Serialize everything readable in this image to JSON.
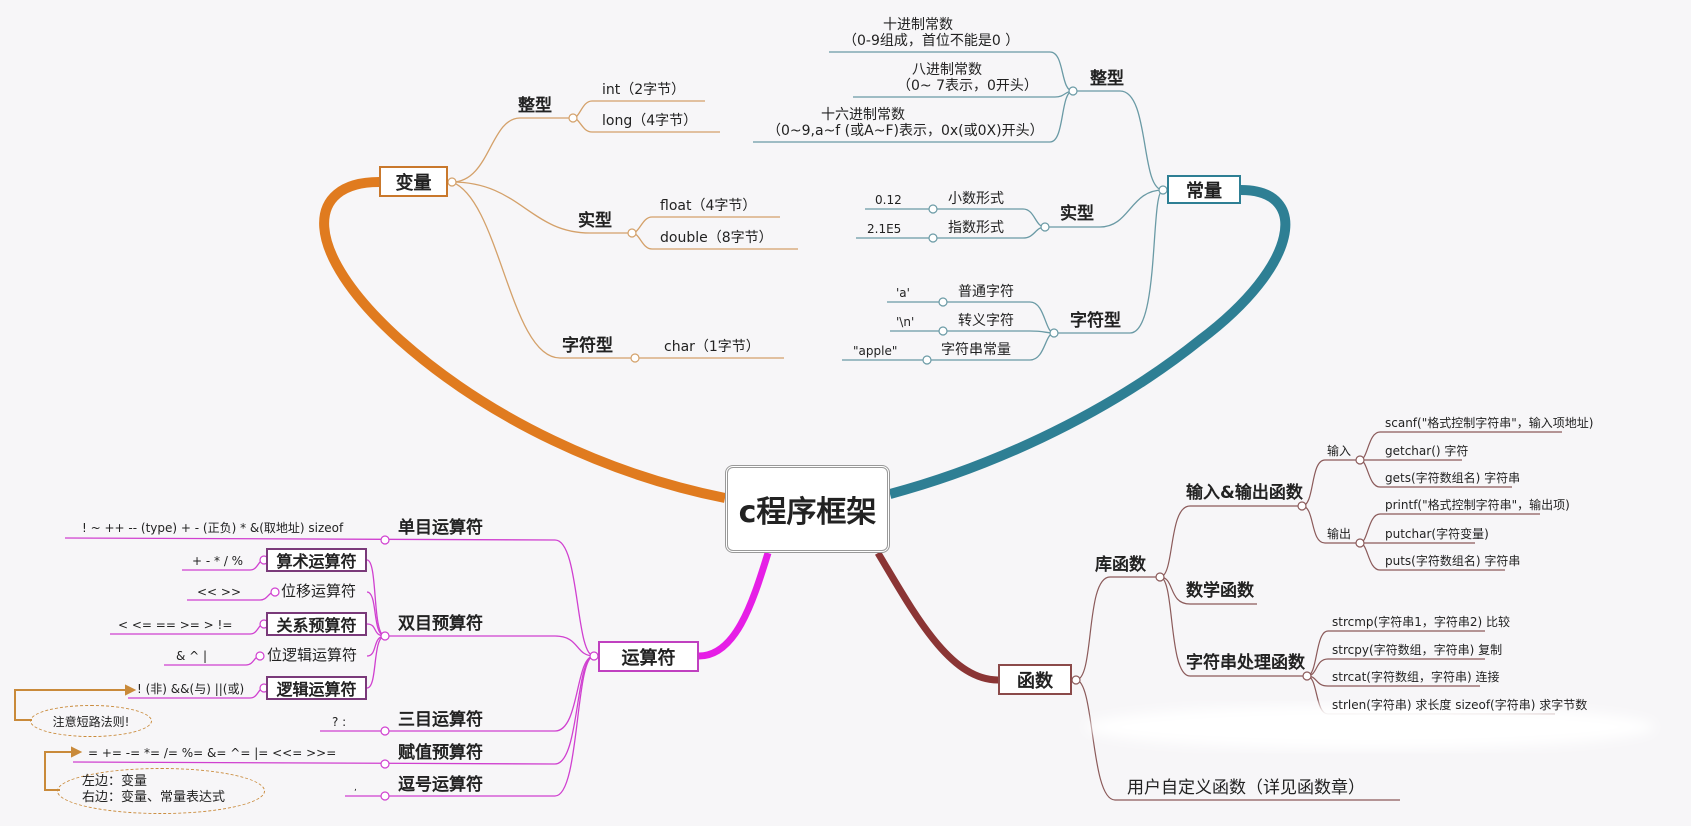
{
  "center": "c程序框架",
  "colors": {
    "variable": "#e07b1f",
    "constant": "#2e7f94",
    "operator": "#e61ee6",
    "function": "#8b3535",
    "background": "#f7f6f8"
  },
  "variable": {
    "label": "变量",
    "integer": {
      "label": "整型",
      "items": [
        "int（2字节）",
        "long（4字节）"
      ]
    },
    "real": {
      "label": "实型",
      "items": [
        "float（4字节）",
        "double（8字节）"
      ]
    },
    "char": {
      "label": "字符型",
      "items": [
        "char（1字节）"
      ]
    }
  },
  "constant": {
    "label": "常量",
    "integer": {
      "label": "整型",
      "items": [
        {
          "title": "十进制常数",
          "desc": "（0-9组成，首位不能是0 ）"
        },
        {
          "title": "八进制常数",
          "desc": "（0~ 7表示，0开头）"
        },
        {
          "title": "十六进制常数",
          "desc": "（0~9,a~f (或A~F)表示，0x(或0X)开头）"
        }
      ]
    },
    "real": {
      "label": "实型",
      "items": [
        {
          "name": "小数形式",
          "example": "0.12"
        },
        {
          "name": "指数形式",
          "example": "2.1E5"
        }
      ]
    },
    "char": {
      "label": "字符型",
      "items": [
        {
          "name": "普通字符",
          "example": "'a'"
        },
        {
          "name": "转义字符",
          "example": "'\\n'"
        },
        {
          "name": "字符串常量",
          "example": "\"apple\""
        }
      ]
    }
  },
  "operator": {
    "label": "运算符",
    "unary": {
      "label": "单目运算符",
      "ops": "!  ~  ++  --  (type)  + - (正负)  *  &(取地址)  sizeof"
    },
    "binary": {
      "label": "双目预算符",
      "items": [
        {
          "name": "算术运算符",
          "ops": "+ - * / %"
        },
        {
          "name": "位移运算符",
          "ops": "<<    >>"
        },
        {
          "name": "关系预算符",
          "ops": "<  <=   ==   >=   >  !="
        },
        {
          "name": "位逻辑运算符",
          "ops": "&     ^     |"
        },
        {
          "name": "逻辑运算符",
          "ops": "! (非)  &&(与)   ||(或)"
        }
      ]
    },
    "short_circuit_note": "注意短路法则!",
    "ternary": {
      "label": "三目运算符",
      "ops": "? :"
    },
    "assign": {
      "label": "赋值预算符",
      "ops": "=   +=   -=   *=   /=   %=   &=    ^=   |=    <<=  >>=",
      "note_left": "左边：变量",
      "note_right": "右边：变量、常量表达式"
    },
    "comma": {
      "label": "逗号运算符",
      "ops": ","
    }
  },
  "function": {
    "label": "函数",
    "library": {
      "label": "库函数",
      "io": {
        "label": "输入&输出函数",
        "input": {
          "label": "输入",
          "items": [
            "scanf(\"格式控制字符串\"，输入项地址)",
            "getchar()  字符",
            "gets(字符数组名)    字符串"
          ]
        },
        "output": {
          "label": "输出",
          "items": [
            "printf(\"格式控制字符串\"，输出项)",
            "putchar(字符变量)",
            "puts(字符数组名)  字符串"
          ]
        }
      },
      "math": {
        "label": "数学函数"
      },
      "string": {
        "label": "字符串处理函数",
        "items": [
          "strcmp(字符串1，字符串2)  比较",
          "strcpy(字符数组，字符串)   复制",
          "strcat(字符数组，字符串)  连接",
          "strlen(字符串)  求长度   sizeof(字符串) 求字节数"
        ]
      }
    },
    "user": {
      "label": "用户自定义函数（详见函数章）"
    }
  }
}
